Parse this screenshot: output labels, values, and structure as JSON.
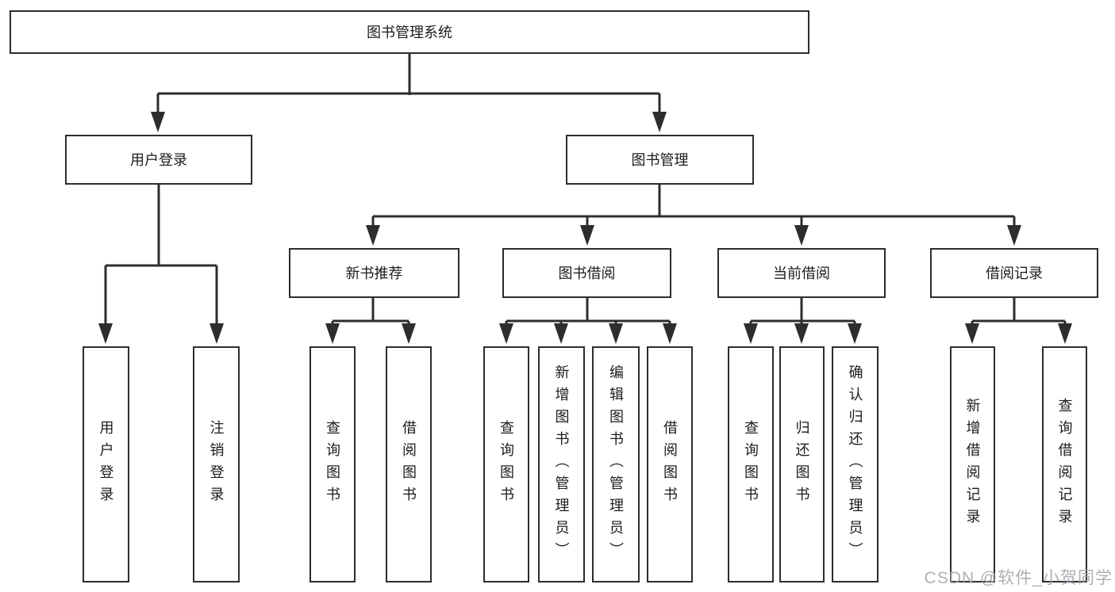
{
  "palette": {
    "line": "#2d2d2d",
    "text": "#1c1c1c",
    "box_bg": "#ffffff",
    "watermark": "#a3a8ad"
  },
  "watermark": "CSDN @软件_小贺同学",
  "tree": {
    "label": "图书管理系统",
    "children": [
      {
        "label": "用户登录",
        "children": [
          {
            "label": "用户登录"
          },
          {
            "label": "注销登录"
          }
        ]
      },
      {
        "label": "图书管理",
        "children": [
          {
            "label": "新书推荐",
            "children": [
              {
                "label": "查询图书"
              },
              {
                "label": "借阅图书"
              }
            ]
          },
          {
            "label": "图书借阅",
            "children": [
              {
                "label": "查询图书"
              },
              {
                "label": "新增图书（管理员）"
              },
              {
                "label": "编辑图书（管理员）"
              },
              {
                "label": "借阅图书"
              }
            ]
          },
          {
            "label": "当前借阅",
            "children": [
              {
                "label": "查询图书"
              },
              {
                "label": "归还图书"
              },
              {
                "label": "确认归还（管理员）"
              }
            ]
          },
          {
            "label": "借阅记录",
            "children": [
              {
                "label": "新增借阅记录"
              },
              {
                "label": "查询借阅记录"
              }
            ]
          }
        ]
      }
    ]
  }
}
